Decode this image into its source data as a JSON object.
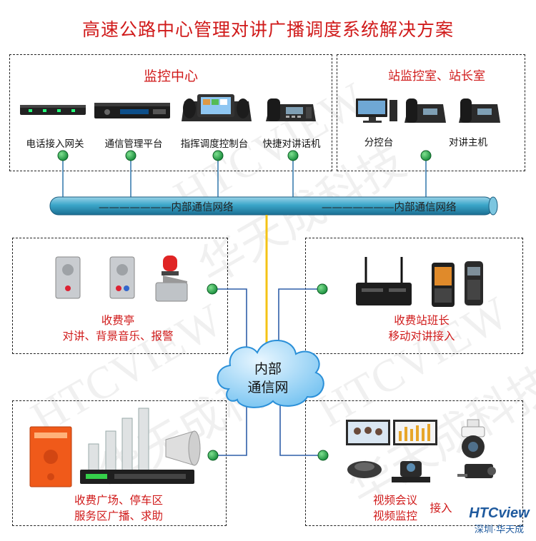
{
  "title": "高速公路中心管理对讲广播调度系统解决方案",
  "monitor_center": {
    "heading": "监控中心",
    "devices": [
      "电话接入网关",
      "通信管理平台",
      "指挥调度控制台",
      "快捷对讲话机"
    ]
  },
  "station_room": {
    "heading": "站监控室、站长室",
    "devices": [
      "分控台",
      "对讲主机"
    ]
  },
  "network_bus": {
    "label_left": "———————内部通信网络",
    "label_right": "———————内部通信网络"
  },
  "cloud": {
    "line1": "内部",
    "line2": "通信网"
  },
  "toll_booth": {
    "line1": "收费亭",
    "line2": "对讲、背景音乐、报警"
  },
  "toll_monitor": {
    "line1": "收费站班长",
    "line2": "移动对讲接入"
  },
  "toll_plaza": {
    "line1": "收费广场、停车区",
    "line2": "服务区广播、求助"
  },
  "video": {
    "line1": "视频会议",
    "line2": "视频监控",
    "access": "接入"
  },
  "watermark": {
    "latin": "HTCVIEW",
    "cjk": "华天成科技"
  },
  "logo": {
    "brand": "HTCview",
    "sub": "深圳·华天成"
  },
  "colors": {
    "accent": "#d01a1a",
    "pipe": "#2c8fb4",
    "node": "#1fa54a",
    "trunk": "#f4c316",
    "link": "#2f5fa8",
    "cloud": "#2a8fd8"
  }
}
